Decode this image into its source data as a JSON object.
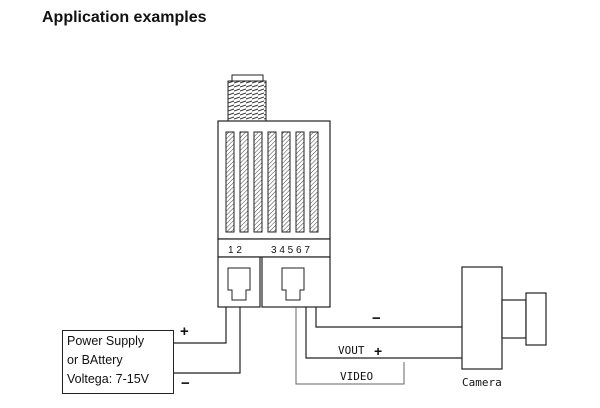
{
  "title": "Application examples",
  "transmitter": {
    "pins_left": "1 2",
    "pins_right": "3 4 5 6 7"
  },
  "power_supply": {
    "line1": "Power Supply",
    "line2": "or BAttery",
    "line3": "Voltega: 7-15V",
    "plus": "+",
    "minus": "−"
  },
  "camera": {
    "label": "Camera",
    "vout": "VOUT",
    "vout_plus": "+",
    "video": "VIDEO",
    "minus": "−"
  }
}
